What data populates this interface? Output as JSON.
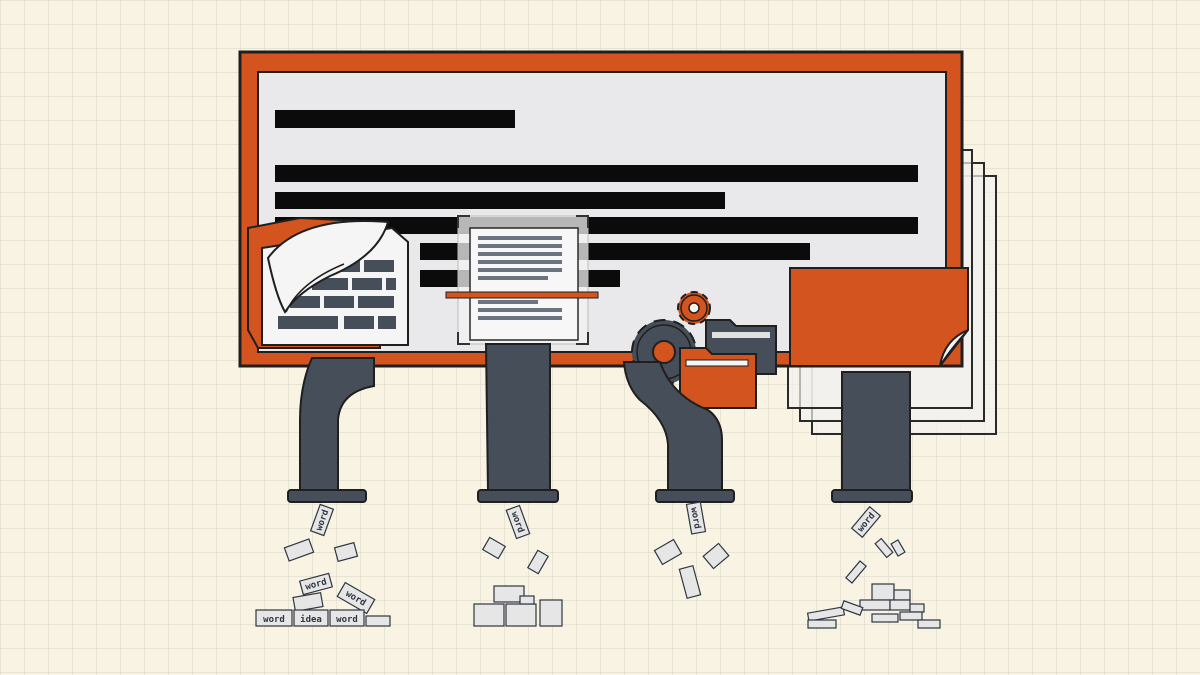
{
  "palette": {
    "background": "#f8f3e3",
    "grid": "#d9d4c4",
    "accent": "#d4541f",
    "dark": "#464e59",
    "ink": "#0b0b0b",
    "panel": "#e9e9eb",
    "paper": "#f5f5f5",
    "tile": "#e6e6e6"
  },
  "illustration": {
    "subject": "text-processing-machine",
    "icons": [
      "brick-document-icon",
      "document-scan-icon",
      "gear-icon",
      "folder-icon",
      "stacked-pages-icon"
    ]
  },
  "tiles": {
    "word_1": "word",
    "word_2": "word",
    "word_3": "word",
    "word_4": "word",
    "idea": "idea",
    "word_5": "word",
    "word_6": "word",
    "word_7": "word",
    "word_8": "word"
  }
}
